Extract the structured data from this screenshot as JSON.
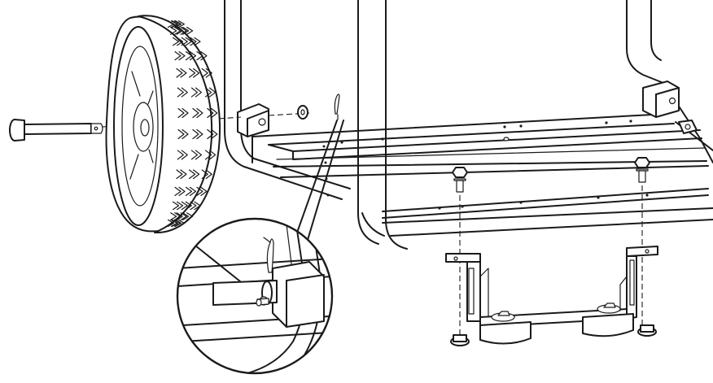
{
  "diagram": {
    "type": "exploded-assembly-illustration",
    "line_color": "#1a1a1a",
    "background": "#ffffff",
    "parts": [
      "wheel",
      "axle-bolt",
      "washer",
      "cotter-pin",
      "frame-tube",
      "frame-rail",
      "frame-bracket",
      "mounting-bolt",
      "engine-mount-bracket",
      "rubber-mount",
      "flange-nut",
      "detail-magnifier"
    ]
  }
}
